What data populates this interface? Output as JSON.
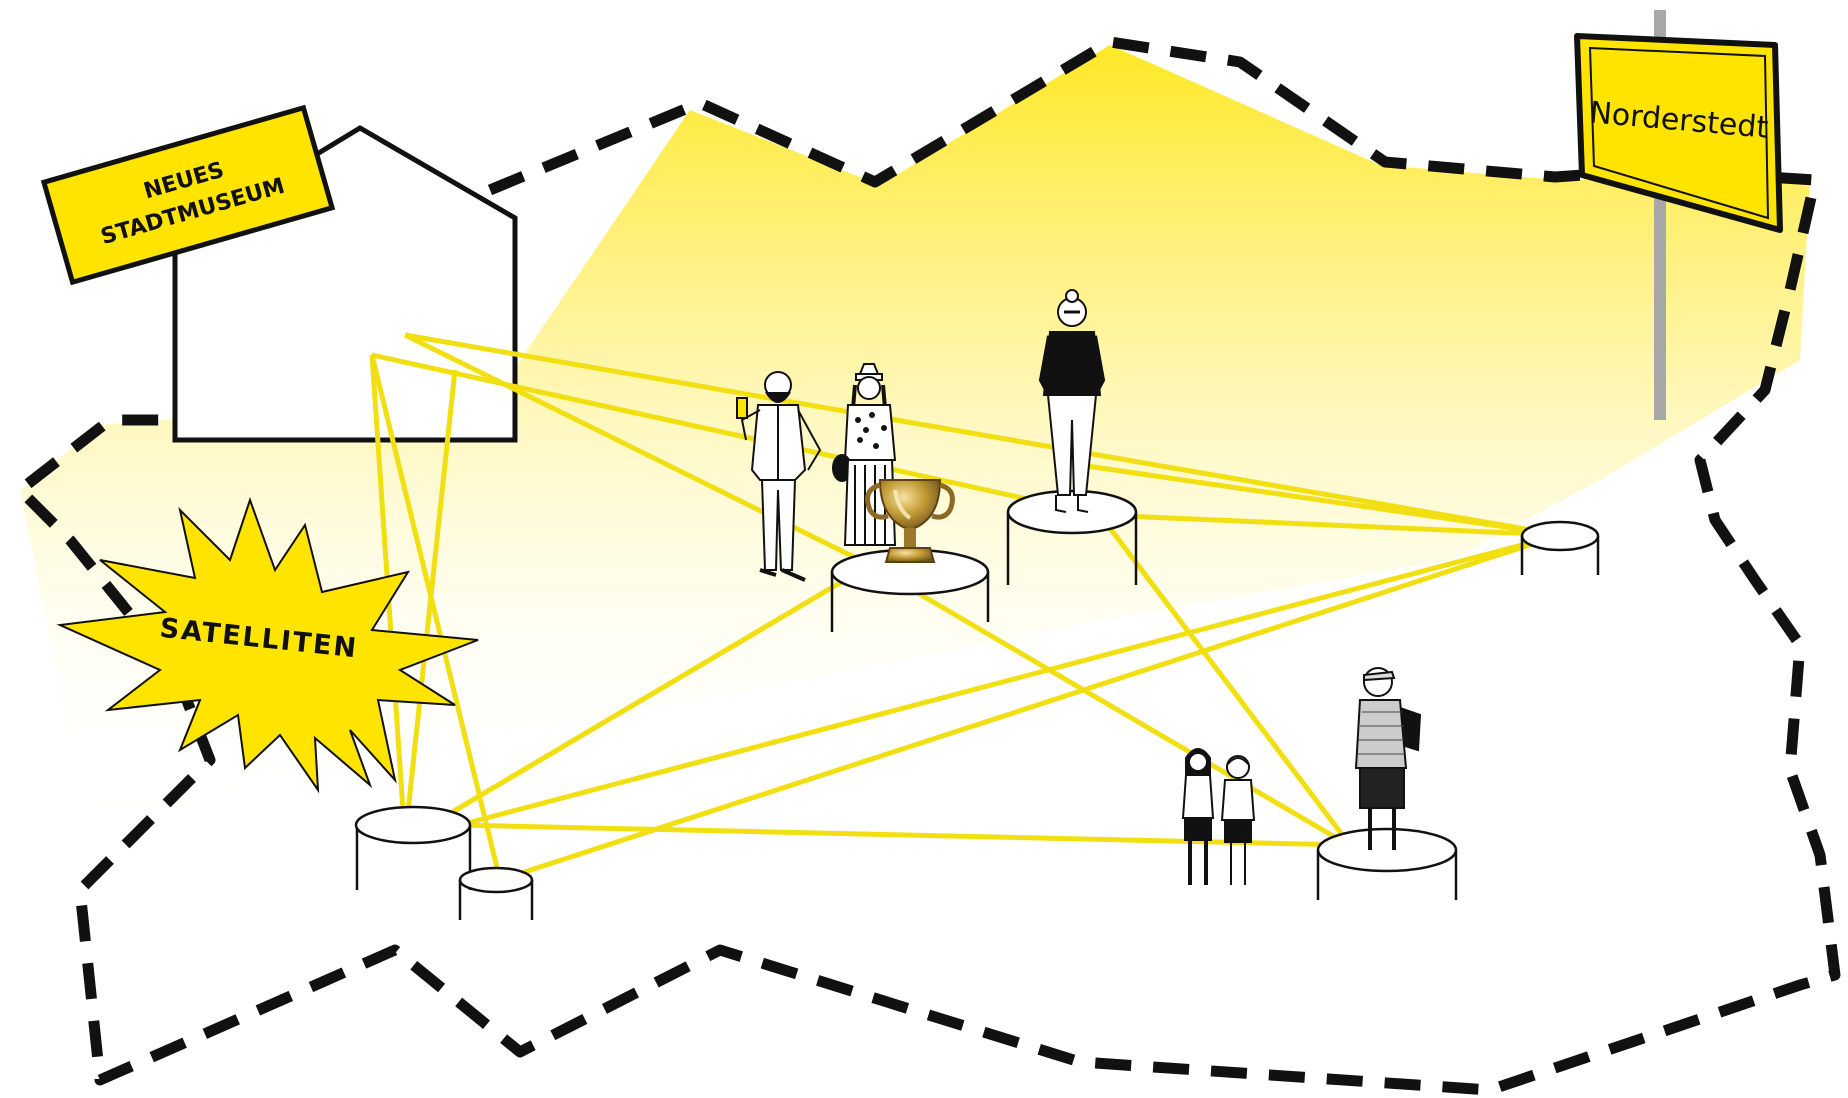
{
  "museum_sign": {
    "line1": "NEUES",
    "line2": "STADTMUSEUM"
  },
  "town_sign": {
    "label": "Norderstedt"
  },
  "burst": {
    "label": "SATELLITEN"
  },
  "colors": {
    "accent_yellow": "#FFE400",
    "path_yellow": "#F2DF12",
    "outline": "#111111",
    "pole": "#A8A8A8",
    "trophy_gold": "#B8922E"
  },
  "icons": {
    "trophy": "trophy-icon",
    "figures": [
      "man-with-drink-figure",
      "woman-with-hat-figure",
      "woman-standing-figure",
      "girl-figure",
      "boy-figure",
      "boy-with-backpack-figure"
    ]
  }
}
